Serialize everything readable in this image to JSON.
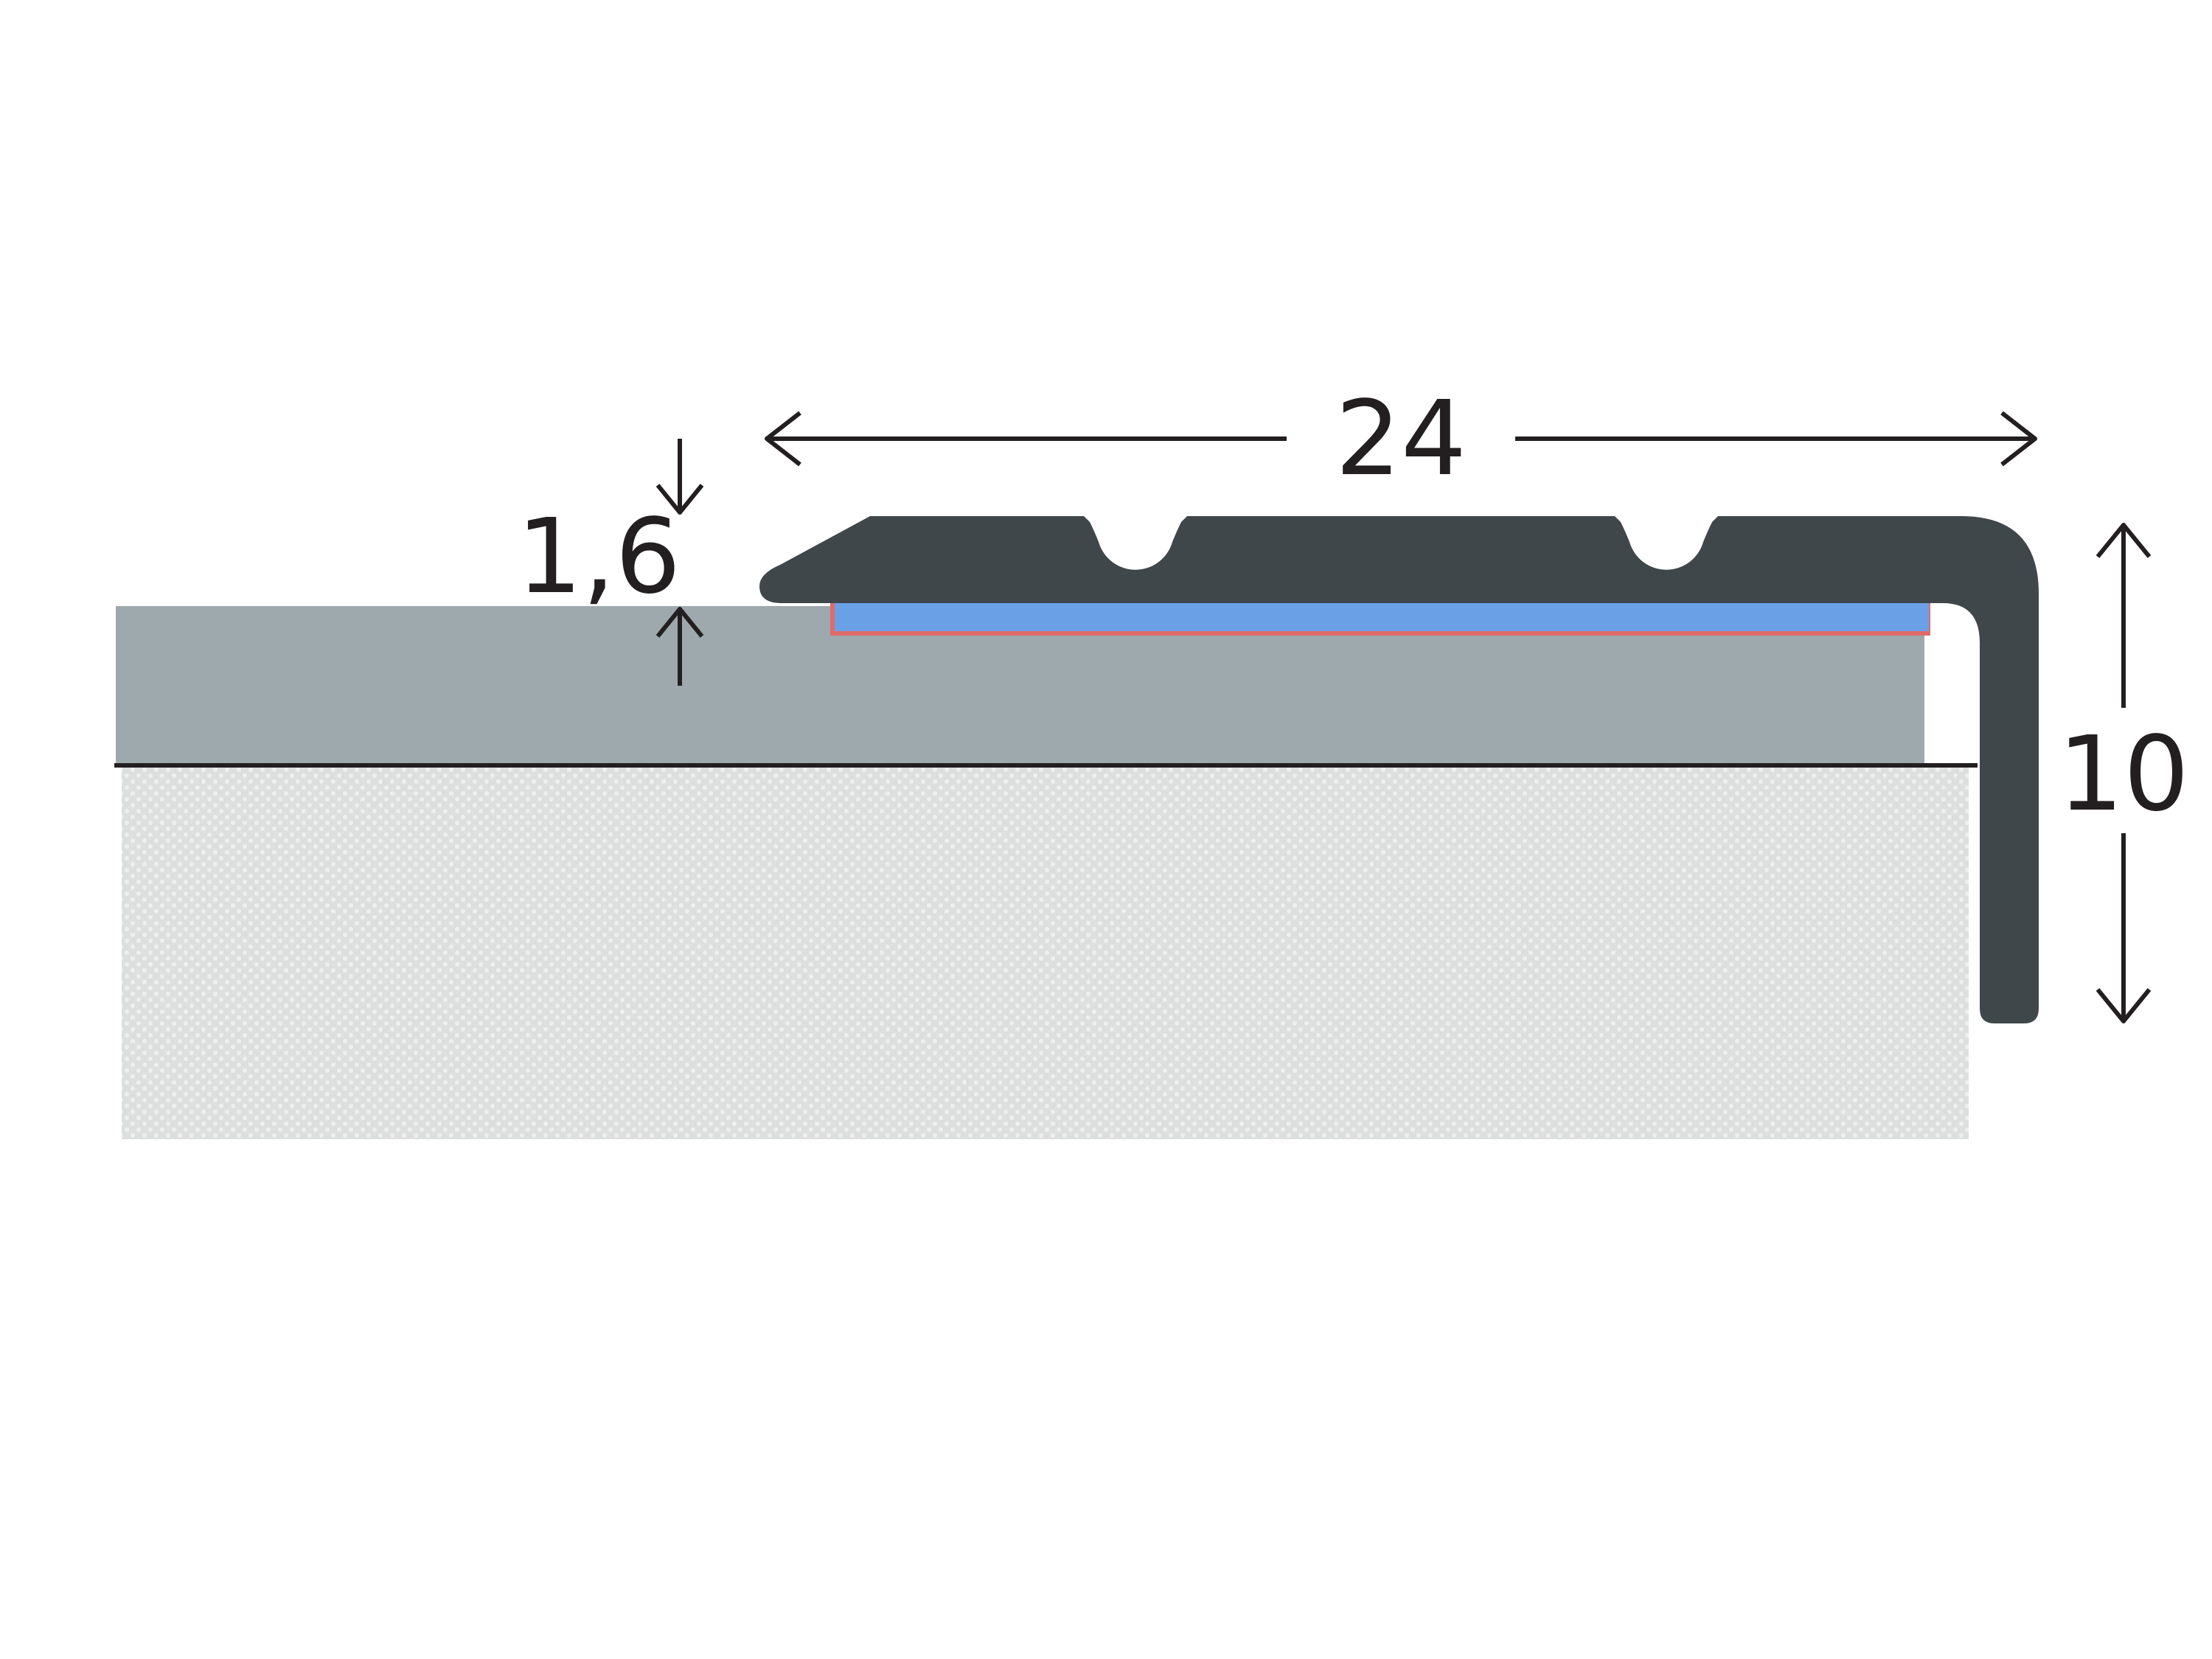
{
  "dimensions": {
    "width_label": "24",
    "height_label": "10",
    "thickness_label": "1,6"
  },
  "colors": {
    "profile": "#3f474b",
    "floor_covering": "#9ea9ad",
    "subfloor": "#dcdfde",
    "subfloor_dots": "#eef0ef",
    "adhesive_strip": "#6aa0e6",
    "adhesive_edge": "#e06a6a",
    "line": "#231f20"
  }
}
